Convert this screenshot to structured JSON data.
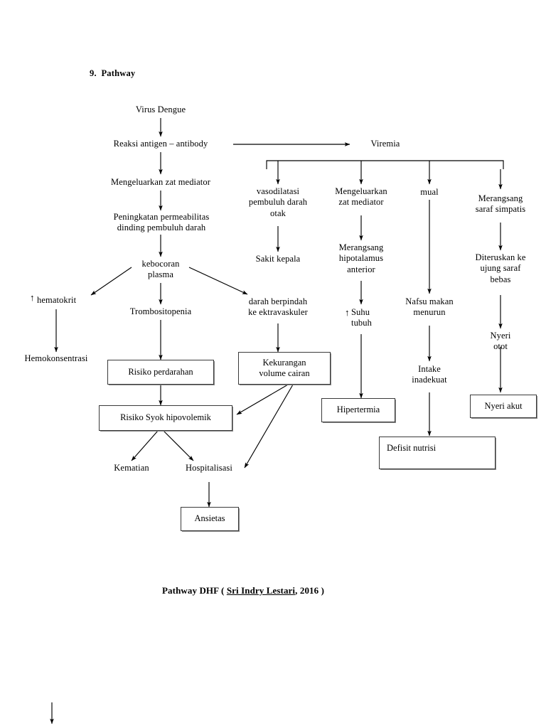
{
  "document": {
    "section_number": "9.",
    "section_title": "Pathway",
    "caption_prefix": "Pathway DHF ( ",
    "caption_author": "Sri Indry Lestari",
    "caption_suffix": ", 2016 )"
  },
  "nodes": {
    "virus_dengue": "Virus Dengue",
    "reaksi_antigen": "Reaksi antigen – antibody",
    "viremia": "Viremia",
    "mengeluarkan_zat_mediator_left": "Mengeluarkan zat mediator",
    "peningkatan_permeabilitas": "Peningkatan permeabilitas\ndinding pembuluh darah",
    "kebocoran_plasma": "kebocoran\nplasma",
    "hematokrit": "hematokrit",
    "hemokonsentrasi": "Hemokonsentrasi",
    "trombositopenia": "Trombositopenia",
    "darah_berpindah": "darah berpindah\nke ektravaskuler",
    "vasodilatasi": "vasodilatasi\npembuluh darah\notak",
    "sakit_kepala": "Sakit kepala",
    "mengeluarkan_zat_mediator_right": "Mengeluarkan\nzat mediator",
    "merangsang_hipotalamus": "Merangsang\nhipotalamus\nanterior",
    "suhu_tubuh": "Suhu\ntubuh",
    "mual": "mual",
    "nafsu_makan_menurun": "Nafsu makan\nmenurun",
    "intake_inadekuat": "Intake\ninadekuat",
    "merangsang_saraf_simpatis": "Merangsang\nsaraf simpatis",
    "diteruskan_ke_ujung_saraf": "Diteruskan ke\nujung saraf\nbebas",
    "nyeri_otot": "Nyeri\notot",
    "kematian": "Kematian",
    "hospitalisasi": "Hospitalisasi"
  },
  "boxes": {
    "risiko_perdarahan": "Risiko perdarahan",
    "kekurangan_volume_cairan": "Kekurangan\nvolume cairan",
    "risiko_syok_hipovolemik": "Risiko Syok hipovolemik",
    "hipertermia": "Hipertermia",
    "nyeri_akut": "Nyeri akut",
    "defisit_nutrisi": "Defisit nutrisi",
    "ansietas": "Ansietas"
  },
  "symbols": {
    "increase_arrow": "↑"
  },
  "colors": {
    "ink": "#000000",
    "box_border": "#3a3a3a",
    "box_shadow": "#888888",
    "page_background": "#ffffff"
  },
  "chart_data": {
    "type": "diagram",
    "title": "Pathway DHF",
    "diagram_kind": "medical-pathophysiology-flowchart",
    "edges": [
      {
        "from": "virus_dengue",
        "to": "reaksi_antigen"
      },
      {
        "from": "reaksi_antigen",
        "to": "viremia"
      },
      {
        "from": "reaksi_antigen",
        "to": "mengeluarkan_zat_mediator_left"
      },
      {
        "from": "mengeluarkan_zat_mediator_left",
        "to": "peningkatan_permeabilitas"
      },
      {
        "from": "peningkatan_permeabilitas",
        "to": "kebocoran_plasma"
      },
      {
        "from": "kebocoran_plasma",
        "to": "hematokrit"
      },
      {
        "from": "kebocoran_plasma",
        "to": "trombositopenia"
      },
      {
        "from": "kebocoran_plasma",
        "to": "darah_berpindah"
      },
      {
        "from": "hematokrit",
        "to": "hemokonsentrasi"
      },
      {
        "from": "trombositopenia",
        "to": "risiko_perdarahan"
      },
      {
        "from": "risiko_perdarahan",
        "to": "risiko_syok_hipovolemik"
      },
      {
        "from": "darah_berpindah",
        "to": "kekurangan_volume_cairan"
      },
      {
        "from": "kekurangan_volume_cairan",
        "to": "risiko_syok_hipovolemik"
      },
      {
        "from": "kekurangan_volume_cairan",
        "to": "hospitalisasi"
      },
      {
        "from": "risiko_syok_hipovolemik",
        "to": "kematian"
      },
      {
        "from": "risiko_syok_hipovolemik",
        "to": "hospitalisasi"
      },
      {
        "from": "hospitalisasi",
        "to": "ansietas"
      },
      {
        "from": "viremia",
        "to": "vasodilatasi"
      },
      {
        "from": "viremia",
        "to": "mengeluarkan_zat_mediator_right"
      },
      {
        "from": "viremia",
        "to": "mual"
      },
      {
        "from": "viremia",
        "to": "merangsang_saraf_simpatis"
      },
      {
        "from": "vasodilatasi",
        "to": "sakit_kepala"
      },
      {
        "from": "mengeluarkan_zat_mediator_right",
        "to": "merangsang_hipotalamus"
      },
      {
        "from": "merangsang_hipotalamus",
        "to": "suhu_tubuh"
      },
      {
        "from": "suhu_tubuh",
        "to": "hipertermia"
      },
      {
        "from": "mual",
        "to": "nafsu_makan_menurun"
      },
      {
        "from": "nafsu_makan_menurun",
        "to": "intake_inadekuat"
      },
      {
        "from": "intake_inadekuat",
        "to": "defisit_nutrisi"
      },
      {
        "from": "merangsang_saraf_simpatis",
        "to": "diteruskan_ke_ujung_saraf"
      },
      {
        "from": "diteruskan_ke_ujung_saraf",
        "to": "nyeri_otot"
      },
      {
        "from": "nyeri_otot",
        "to": "nyeri_akut"
      }
    ]
  }
}
